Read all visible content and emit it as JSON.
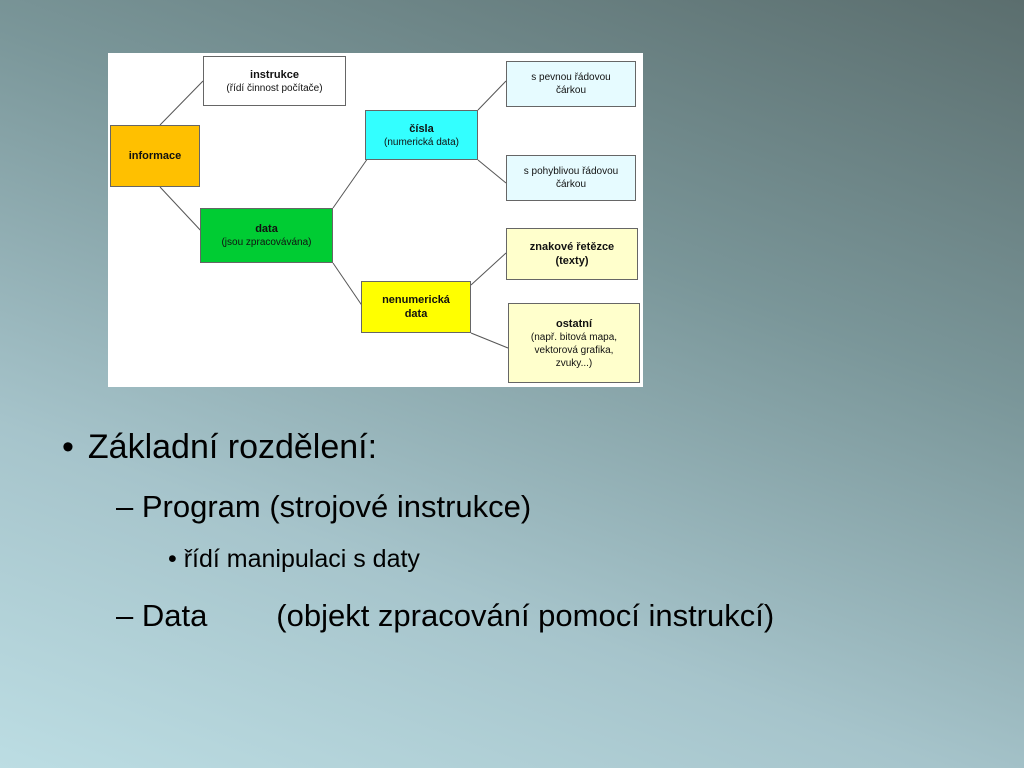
{
  "diagram": {
    "nodes": {
      "instrukce": {
        "title": "instrukce",
        "sub": "(řídí činnost počítače)",
        "color": "#ffffff"
      },
      "informace": {
        "title": "informace",
        "color": "#ffc000"
      },
      "data": {
        "title": "data",
        "sub": "(jsou zpracovávána)",
        "color": "#00cc33"
      },
      "cisla": {
        "title": "čísla",
        "sub": "(numerická data)",
        "color": "#33ffff"
      },
      "pevna": {
        "sub": "s pevnou řádovou čárkou",
        "color": "#e6fbff"
      },
      "pohybliva": {
        "sub": "s pohyblivou řádovou čárkou",
        "color": "#e6fbff"
      },
      "nenumericka": {
        "title": "nenumerická data",
        "color": "#ffff00"
      },
      "retezce": {
        "title": "znakové řetězce (texty)",
        "color": "#ffffcc"
      },
      "ostatni": {
        "title": "ostatní",
        "sub": "(např. bitová mapa, vektorová grafika, zvuky...)",
        "color": "#ffffcc"
      }
    }
  },
  "bullets": {
    "l1": "Základní rozdělení:",
    "l2": "Program (strojové instrukce)",
    "l3": "řídí manipulaci s daty",
    "l4": "Data        (objekt zpracování pomocí instrukcí)"
  },
  "glyphs": {
    "bullet": "•",
    "dash": "–"
  }
}
